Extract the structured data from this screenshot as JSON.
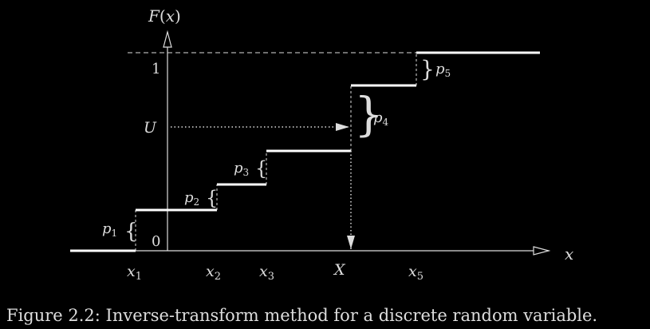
{
  "axis": {
    "y_label_fn": "F",
    "y_label_arg": "x",
    "x_label": "x",
    "tick_one": "1",
    "tick_zero": "0",
    "tick_u": "U"
  },
  "x_ticks": [
    {
      "sym": "x",
      "sub": "1"
    },
    {
      "sym": "x",
      "sub": "2"
    },
    {
      "sym": "x",
      "sub": "3"
    },
    {
      "sym": "X",
      "sub": ""
    },
    {
      "sym": "x",
      "sub": "5"
    }
  ],
  "jumps": [
    {
      "sym": "p",
      "sub": "1"
    },
    {
      "sym": "p",
      "sub": "2"
    },
    {
      "sym": "p",
      "sub": "3"
    },
    {
      "sym": "p",
      "sub": "4"
    },
    {
      "sym": "p",
      "sub": "5"
    }
  ],
  "caption": "Figure 2.2: Inverse-transform method for a discrete random variable.",
  "colors": {
    "background": "#000000",
    "foreground": "#dddddd"
  }
}
